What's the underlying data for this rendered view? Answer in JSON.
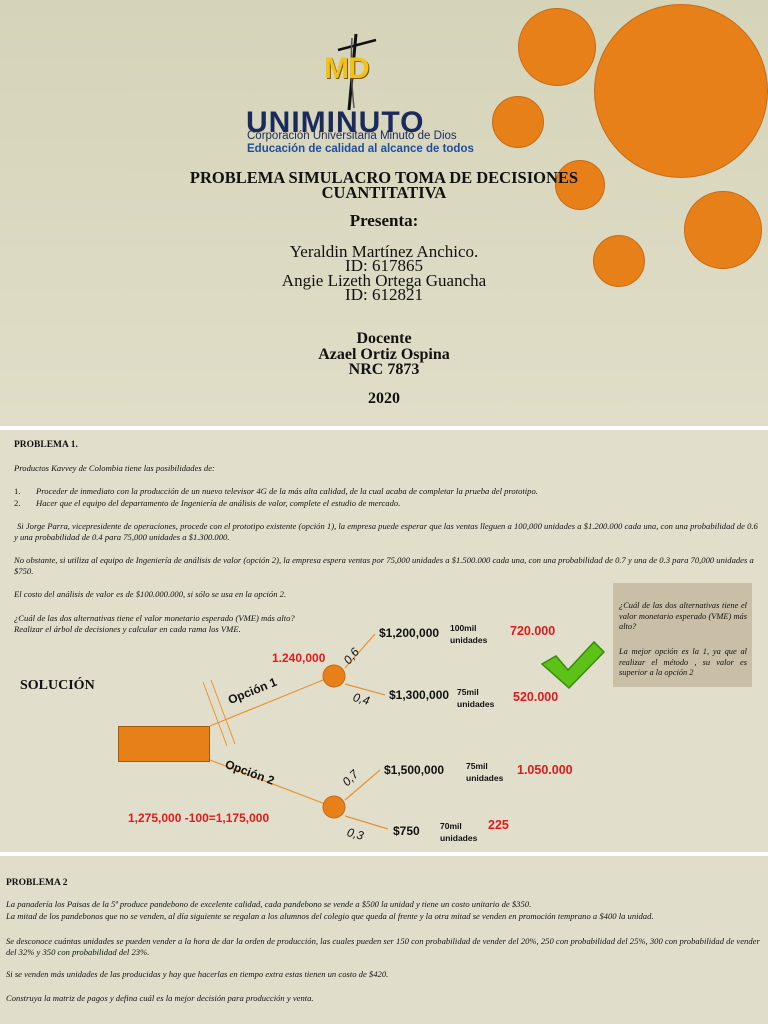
{
  "slide1": {
    "logo": {
      "mark": "MD",
      "name": "UNIMINUTO",
      "corp": "Corporación Universitaria Minuto de Dios",
      "tagline": "Educación de calidad al alcance de todos"
    },
    "title1": "PROBLEMA SIMULACRO TOMA DE DECISIONES",
    "title2": "CUANTITATIVA",
    "presenta": "Presenta:",
    "author1": "Yeraldin Martínez Anchico.",
    "id1": "ID: 617865",
    "author2": "Angie Lizeth Ortega Guancha",
    "id2": "ID: 612821",
    "docente_label": "Docente",
    "docente": "Azael Ortiz Ospina",
    "nrc": "NRC 7873",
    "year": "2020"
  },
  "slide2": {
    "heading": "PROBLEMA 1.",
    "intro": "Productos Kavvey de Colombia tiene las posibilidades de:",
    "item1_num": "1.",
    "item1": "Proceder de inmediato con la producción de un nuevo televisor 4G de la más alta calidad, de la cual acaba de completar la prueba del prototipo.",
    "item2_num": "2.",
    "item2": "Hacer que el equipo del departamento de Ingeniería de análisis de valor, complete el estudio de mercado.",
    "para1": "Si Jorge Parra, vicepresidente de operaciones, procede con el prototipo existente (opción 1), la empresa puede esperar que las ventas lleguen a 100,000 unidades a $1.200.000 cada una, con una probabilidad de 0.6 y una probabilidad de 0.4 para 75,000 unidades a $1.300.000.",
    "para2": "No obstante, si utiliza al equipo de Ingeniería de análisis de valor (opción 2), la empresa espera ventas por 75,000 unidades a $1.500.000 cada una, con una probabilidad de 0.7 y una de 0.3 para 70,000 unidades a $750.",
    "para3": "El costo del análisis de valor es de $100.000.000, si sólo se usa en la opción 2.",
    "question1": "¿Cuál de las dos alternativas tiene el valor monetario esperado (VME) más alto?",
    "question2": "Realizar el árbol de decisiones y calcular en cada rama los VME.",
    "solucion": "SOLUCIÓN",
    "callout_q": "¿Cuál de las dos alternativas tiene el valor monetario esperado (VME) más alto?",
    "callout_a": "La mejor opción es la 1, ya que al realizar el método , su valor es superior a la opción 2",
    "tree": {
      "option1": "Opción 1",
      "option2": "Opción 2",
      "vme1": "1.240,000",
      "vme2": "1,275,000 -100=1,175,000",
      "p1a": "0,6",
      "p1b": "0,4",
      "p2a": "0,7",
      "p2b": "0,3",
      "price1a": "$1,200,000",
      "price1b": "$1,300,000",
      "price2a": "$1,500,000",
      "price2b": "$750",
      "units1a_top": "100mil",
      "units1b_top": "75mil",
      "units2a_top": "75mil",
      "units2b_top": "70mil",
      "units_word": "unidades",
      "res1a": "720.000",
      "res1b": "520.000",
      "res2a": "1.050.000",
      "res2b": "225"
    }
  },
  "slide3": {
    "heading": "PROBLEMA 2",
    "line1": "La panadería los Paisas de la 5ª produce pandebono de excelente calidad, cada pandebono se vende a $500 la unidad y tiene un costo unitario de $350.",
    "line2": "La mitad de los pandebonos que no se venden, al día siguiente se regalan a los alumnos del colegio que queda al frente y la otra mitad se venden en promoción temprano a $400 la unidad.",
    "line3": "Se desconoce cuántas unidades se pueden vender a la hora de dar la orden de producción, las cuales pueden ser 150 con probabilidad de vender del 20%, 250 con probabilidad del 25%, 300 con probabilidad de vender del 32% y 350 con probabilidad del 23%.",
    "line4": "Si se venden más unidades de las producidas y hay que hacerlas en tiempo extra estas tienen un costo de $420.",
    "line5": "Construya la matriz de pagos y defina cuál es la mejor decisión para producción y venta."
  },
  "colors": {
    "accent": "#e8801a",
    "red": "#e0191b",
    "navy": "#1b2a5c",
    "check_green": "#5cc218"
  }
}
